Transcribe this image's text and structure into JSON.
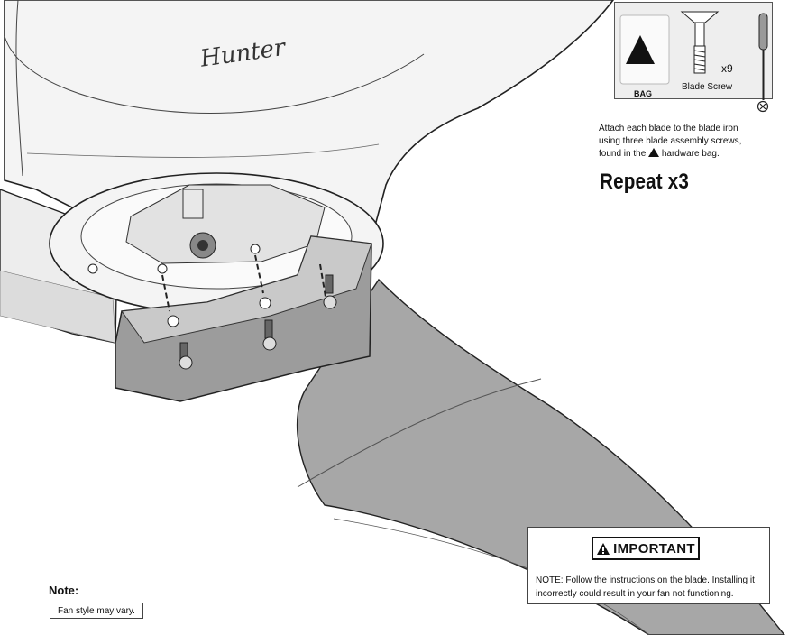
{
  "hardware": {
    "bag_label": "BAG",
    "screw_label": "Blade Screw",
    "quantity": "x9"
  },
  "instructions": {
    "line1": "Attach each blade to the blade iron",
    "line2": "using three blade assembly screws,",
    "line3_before": "found in the",
    "line3_after": "hardware bag."
  },
  "repeat": "Repeat x3",
  "important": {
    "title": "IMPORTANT",
    "note": "NOTE: Follow the instructions on the blade. Installing it incorrectly could result in your fan not functioning."
  },
  "note": {
    "title": "Note:",
    "text": "Fan style may vary."
  },
  "brand": "Hunter",
  "colors": {
    "blade_fill": "#a7a7a7",
    "housing_fill": "#f4f4f4",
    "line": "#222222"
  },
  "icons": [
    "triangle-icon",
    "screw-icon",
    "screwdriver-icon",
    "warning-icon",
    "phillips-head-icon"
  ]
}
